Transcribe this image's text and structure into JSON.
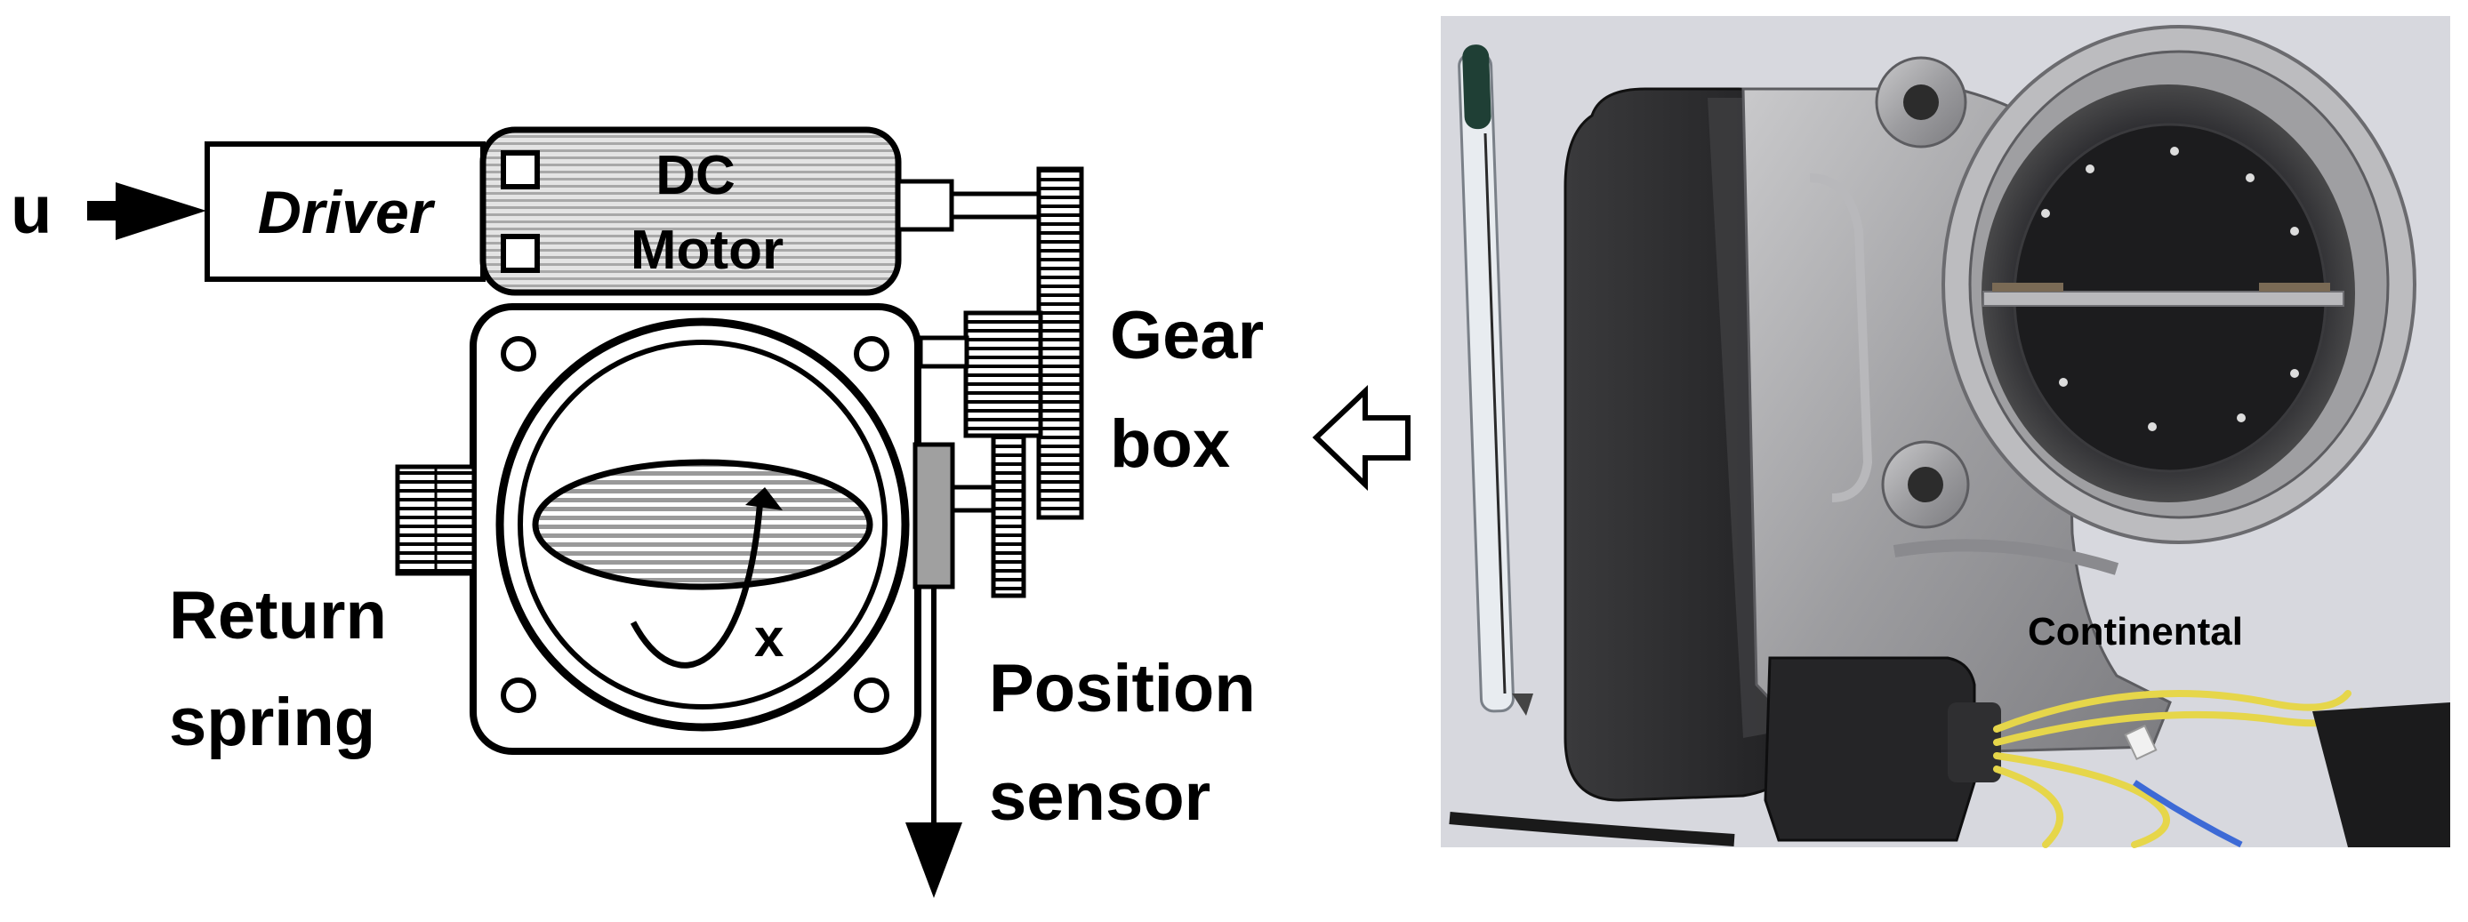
{
  "diagram": {
    "input_label": "u",
    "driver_label": "Driver",
    "motor_label_line1": "DC",
    "motor_label_line2": "Motor",
    "gearbox_label_line1": "Gear",
    "gearbox_label_line2": "box",
    "spring_label_line1": "Return",
    "spring_label_line2": "spring",
    "sensor_label_line1": "Position",
    "sensor_label_line2": "sensor",
    "angle_label": "x"
  },
  "photo": {
    "embossed_text": "Continental"
  },
  "colors": {
    "ink": "#000000",
    "motor_fill": "#bdbdbd",
    "sensor_fill": "#a0a0a0",
    "photo_background": "#dcdce2",
    "metal": "#a9a9ab",
    "plastic": "#2b2b2d",
    "wire": "#e6d64a"
  }
}
